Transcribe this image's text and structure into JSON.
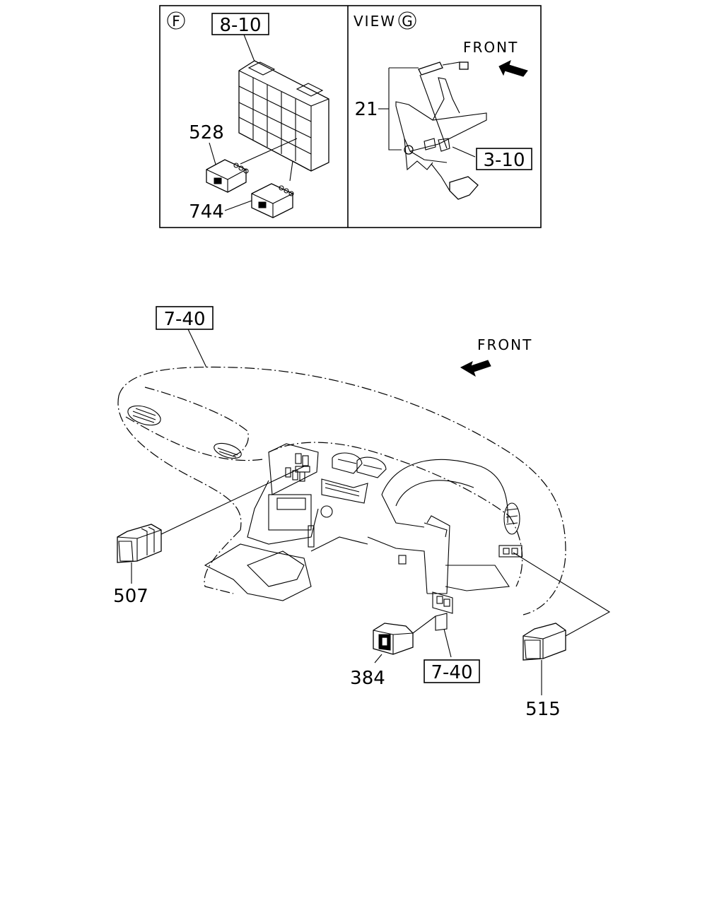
{
  "inset_left": {
    "section_marker": "F",
    "ref_label": "8-10",
    "callouts": [
      {
        "id": "528",
        "text": "528"
      },
      {
        "id": "744",
        "text": "744"
      }
    ]
  },
  "inset_right": {
    "view_label": "VIEW",
    "view_marker": "G",
    "front_label": "FRONT",
    "ref_label": "3-10",
    "callouts": [
      {
        "id": "21",
        "text": "21"
      }
    ]
  },
  "main": {
    "ref_label_top": "7-40",
    "ref_label_bottom": "7-40",
    "front_label": "FRONT",
    "callouts": [
      {
        "id": "507",
        "text": "507"
      },
      {
        "id": "384",
        "text": "384"
      },
      {
        "id": "515",
        "text": "515"
      }
    ]
  }
}
